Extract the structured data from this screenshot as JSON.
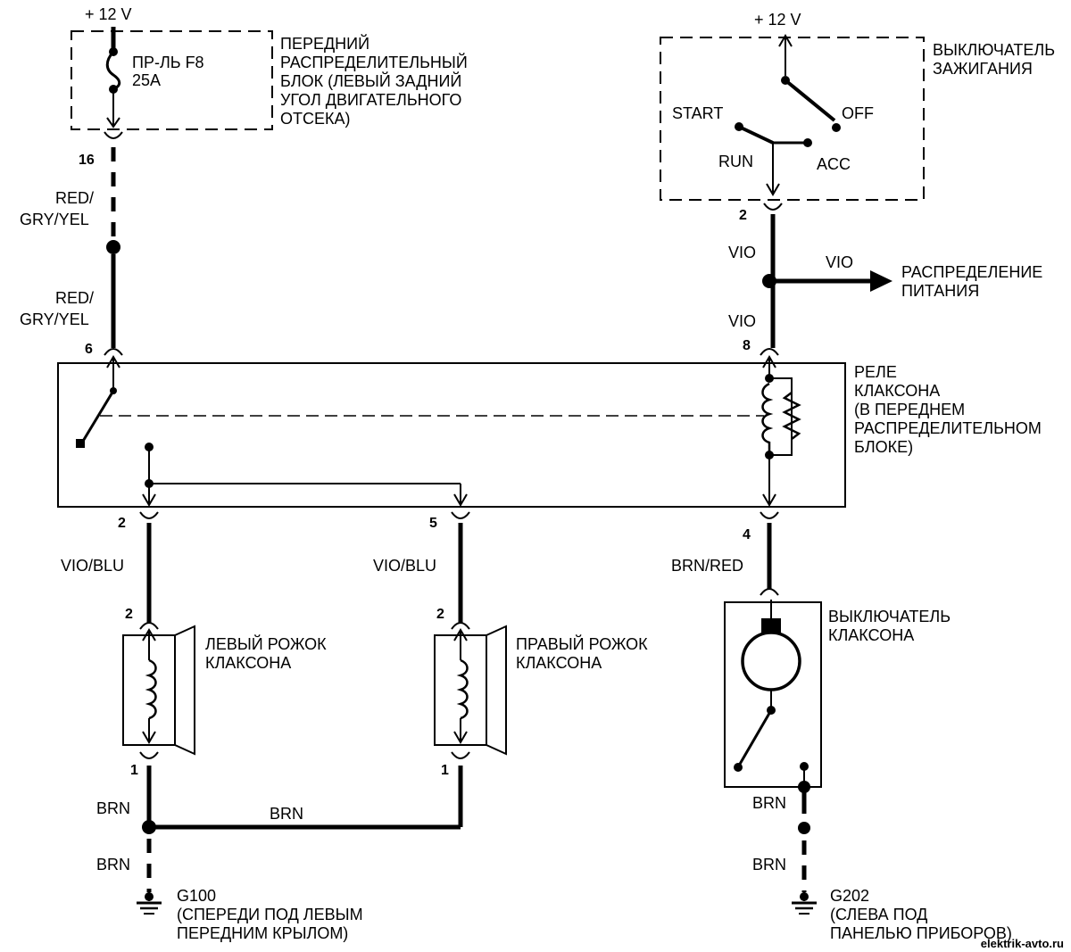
{
  "supply": {
    "left_label": "+ 12 V",
    "right_label": "+ 12 V"
  },
  "fuse_block": {
    "fuse_name": "ПР-ЛЬ F8",
    "fuse_rating": "25A",
    "desc_lines": [
      "ПЕРЕДНИЙ",
      "РАСПРЕДЕЛИТЕЛЬНЫЙ",
      "БЛОК (ЛЕВЫЙ ЗАДНИЙ",
      "УГОЛ ДВИГАТЕЛЬНОГО",
      "ОТСЕКА)"
    ]
  },
  "ignition": {
    "desc_lines": [
      "ВЫКЛЮЧАТЕЛЬ",
      "ЗАЖИГАНИЯ"
    ],
    "pos_start": "START",
    "pos_off": "OFF",
    "pos_run": "RUN",
    "pos_acc": "ACC"
  },
  "wires": {
    "w_red_gry_yel_1a": "RED/",
    "w_red_gry_yel_1b": "GRY/YEL",
    "w_red_gry_yel_2a": "RED/",
    "w_red_gry_yel_2b": "GRY/YEL",
    "w_vio_1": "VIO",
    "w_vio_branch": "VIO",
    "w_vio_2": "VIO",
    "w_vio_blu_left": "VIO/BLU",
    "w_vio_blu_right": "VIO/BLU",
    "w_brn_red": "BRN/RED",
    "w_brn_left_1": "BRN",
    "w_brn_mid": "BRN",
    "w_brn_left_2": "BRN",
    "w_brn_right_1": "BRN",
    "w_brn_right_2": "BRN"
  },
  "pins": {
    "fuse_out": "16",
    "ign_out": "2",
    "relay_in_left": "6",
    "relay_in_right": "8",
    "relay_out_2": "2",
    "relay_out_5": "5",
    "relay_out_4": "4",
    "horn_left_in": "2",
    "horn_right_in": "2",
    "horn_left_out": "1",
    "horn_right_out": "1"
  },
  "power_dist": {
    "lines": [
      "РАСПРЕДЕЛЕНИЕ",
      "ПИТАНИЯ"
    ]
  },
  "relay": {
    "desc_lines": [
      "РЕЛЕ",
      "КЛАКСОНА",
      "(В ПЕРЕДНЕМ",
      "РАСПРЕДЕЛИТЕЛЬНОМ",
      "БЛОКЕ)"
    ]
  },
  "horn_left": {
    "desc_lines": [
      "ЛЕВЫЙ РОЖОК",
      "КЛАКСОНА"
    ]
  },
  "horn_right": {
    "desc_lines": [
      "ПРАВЫЙ РОЖОК",
      "КЛАКСОНА"
    ]
  },
  "horn_switch": {
    "desc_lines": [
      "ВЫКЛЮЧАТЕЛЬ",
      "КЛАКСОНА"
    ]
  },
  "ground_left": {
    "name": "G100",
    "desc_lines": [
      "(СПЕРЕДИ ПОД ЛЕВЫМ",
      "ПЕРЕДНИМ КРЫЛОМ)"
    ]
  },
  "ground_right": {
    "name": "G202",
    "desc_lines": [
      "(СЛЕВА ПОД",
      "ПАНЕЛЬЮ ПРИБОРОВ)"
    ]
  },
  "watermark": "elektrik-avto.ru"
}
